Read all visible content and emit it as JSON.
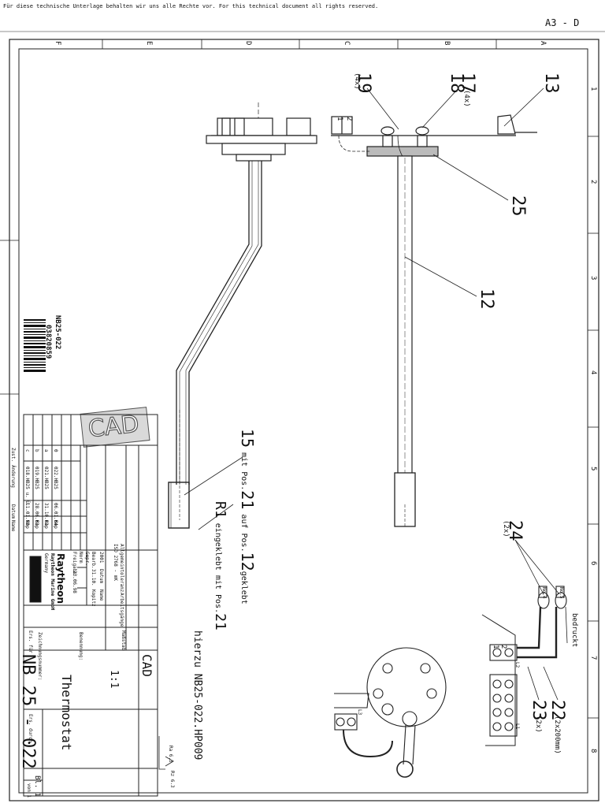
{
  "header": {
    "copyright_note": "Für diese technische Unterlage behalten wir uns alle Rechte vor. For this technical document all rights reserved.",
    "sheet_format": "A3 - D"
  },
  "grid": {
    "rows": [
      "A",
      "B",
      "C",
      "D",
      "E",
      "F"
    ],
    "cols": [
      "1",
      "2",
      "3",
      "4",
      "5",
      "6",
      "7",
      "8"
    ]
  },
  "barcode": {
    "doc": "NB25-022",
    "number": "03820859"
  },
  "stamp": {
    "text": "CAD"
  },
  "callouts": {
    "c13": "13",
    "c17": "17",
    "c17q": "(4x)",
    "c18": "18",
    "c19": "19",
    "c19q": "(4x)",
    "c25": "25",
    "c12": "12",
    "c15_num": "15",
    "c15_a": "mit Pos.",
    "c15_pos": "21",
    "c15_b": "auf Pos.",
    "c15_pos2": "12",
    "c15_c": "geklebt",
    "r1_num": "R1",
    "r1_a": "eingeklebt mit Pos.",
    "r1_pos": "21",
    "c24": "24",
    "c24q": "(2x)",
    "bedruckt": "bedruckt",
    "c22": "22",
    "c22q": "(2x200mm)",
    "c23": "23",
    "c23q": "(2x)",
    "hierzu": "hierzu NB25-022.HP009",
    "t1": "1",
    "t2": "2",
    "l1": "L1",
    "l2": "L2",
    "l3": "L3",
    "lug1": "No.4",
    "lug2": "No.5"
  },
  "title_block": {
    "cad_label": "CAD",
    "scale_label": "Maßstab",
    "scale_value": "1:1",
    "designation_label": "Benennung:",
    "designation": "Thermostat",
    "drawing_no_label": "Zeichnungsnummer:",
    "drawing_no": "NB 25 - 022",
    "sheet": "Bl. 1",
    "sheet_of": "von 1",
    "replaces_label": "Ers. für",
    "replaced_by_label": "Ers. durch",
    "company": "Raytheon",
    "company_sub": "Raytheon Marine GmbH",
    "country": "Germany",
    "tolerance_label": "Allgemeintoleranz",
    "tolerance_value": "ISO 2768 - mK",
    "workpiece_label": "Arbeitsgänge",
    "roles": [
      {
        "role": "Bearb.",
        "date": "31.10.",
        "name": "Kopitz"
      },
      {
        "role": "Gepr.",
        "date": "",
        "name": ""
      },
      {
        "role": "Norm",
        "date": "",
        "name": ""
      },
      {
        "role": "Freigabe",
        "date": "23.06.98",
        "name": ""
      }
    ],
    "year": "2001",
    "col_date": "Datum",
    "col_name": "Name",
    "revisions": [
      {
        "index": "0",
        "change": "022.HB25",
        "date": "06.01.04",
        "name": "Kop"
      },
      {
        "index": "a",
        "change": "021.HB25",
        "date": "31.10.01",
        "name": "Kop"
      },
      {
        "index": "b",
        "change": "019.HB25",
        "date": "28.06.01",
        "name": "Kop"
      },
      {
        "index": "c",
        "change": "018.HB25 u. Ü",
        "date": "11.01.98",
        "name": "Kop"
      }
    ],
    "rev_header": {
      "index": "Zust.",
      "change": "Änderung",
      "date": "Datum",
      "name": "Name"
    }
  },
  "surface": {
    "a": "Ra 6.3",
    "b": "Rz 6.3"
  }
}
